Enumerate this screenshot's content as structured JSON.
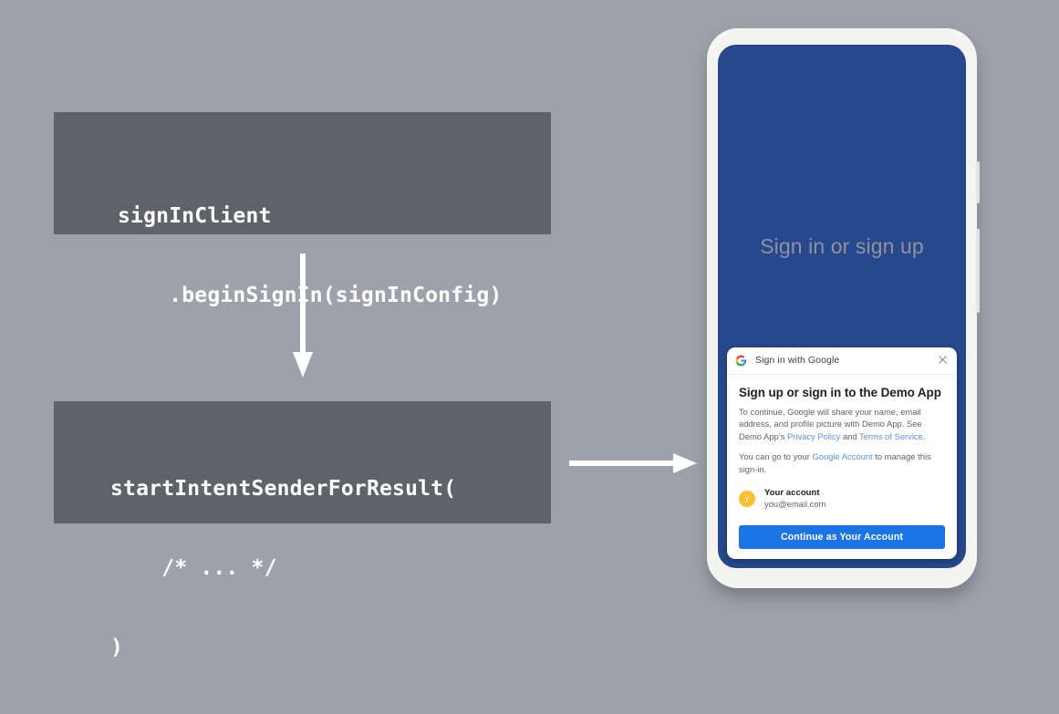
{
  "background_color": "#9da2aa",
  "code_blocks": [
    {
      "name": "begin-sign-in-snippet",
      "background": "#5f6368",
      "lines": [
        "signInClient",
        "    .beginSignIn(signInConfig)"
      ]
    },
    {
      "name": "start-intent-sender-snippet",
      "background": "#5f6368",
      "lines": [
        "startIntentSenderForResult(",
        "    /* ... */",
        ")"
      ]
    }
  ],
  "arrows": [
    {
      "name": "arrow-down",
      "direction": "down",
      "color": "#ffffff"
    },
    {
      "name": "arrow-right",
      "direction": "right",
      "color": "#ffffff"
    }
  ],
  "phone": {
    "frame_color": "#f4f4f3",
    "screen_color": "#27488c",
    "screen_title": "Sign in or sign up",
    "buttons": [
      "volume",
      "power"
    ],
    "sheet": {
      "header": {
        "title": "Sign in with Google",
        "logo": "google-g-icon",
        "close": "close-icon"
      },
      "heading": "Sign up or sign in to the Demo App",
      "paragraph1": {
        "before_privacy": "To continue, Google will share your name, email address, and profile picture with Demo App. See Demo App’s ",
        "privacy_link": "Privacy Policy",
        "between": " and ",
        "terms_link": "Terms of Service",
        "after": "."
      },
      "paragraph2": {
        "before": "You can go to your ",
        "account_link": "Google Account",
        "after": " to manage this sign-in."
      },
      "account": {
        "avatar_initial": "y",
        "avatar_color": "#fbc02d",
        "name": "Your account",
        "email": "you@email.com"
      },
      "continue_label": "Continue as Your Account",
      "continue_color": "#1b74e4"
    }
  }
}
